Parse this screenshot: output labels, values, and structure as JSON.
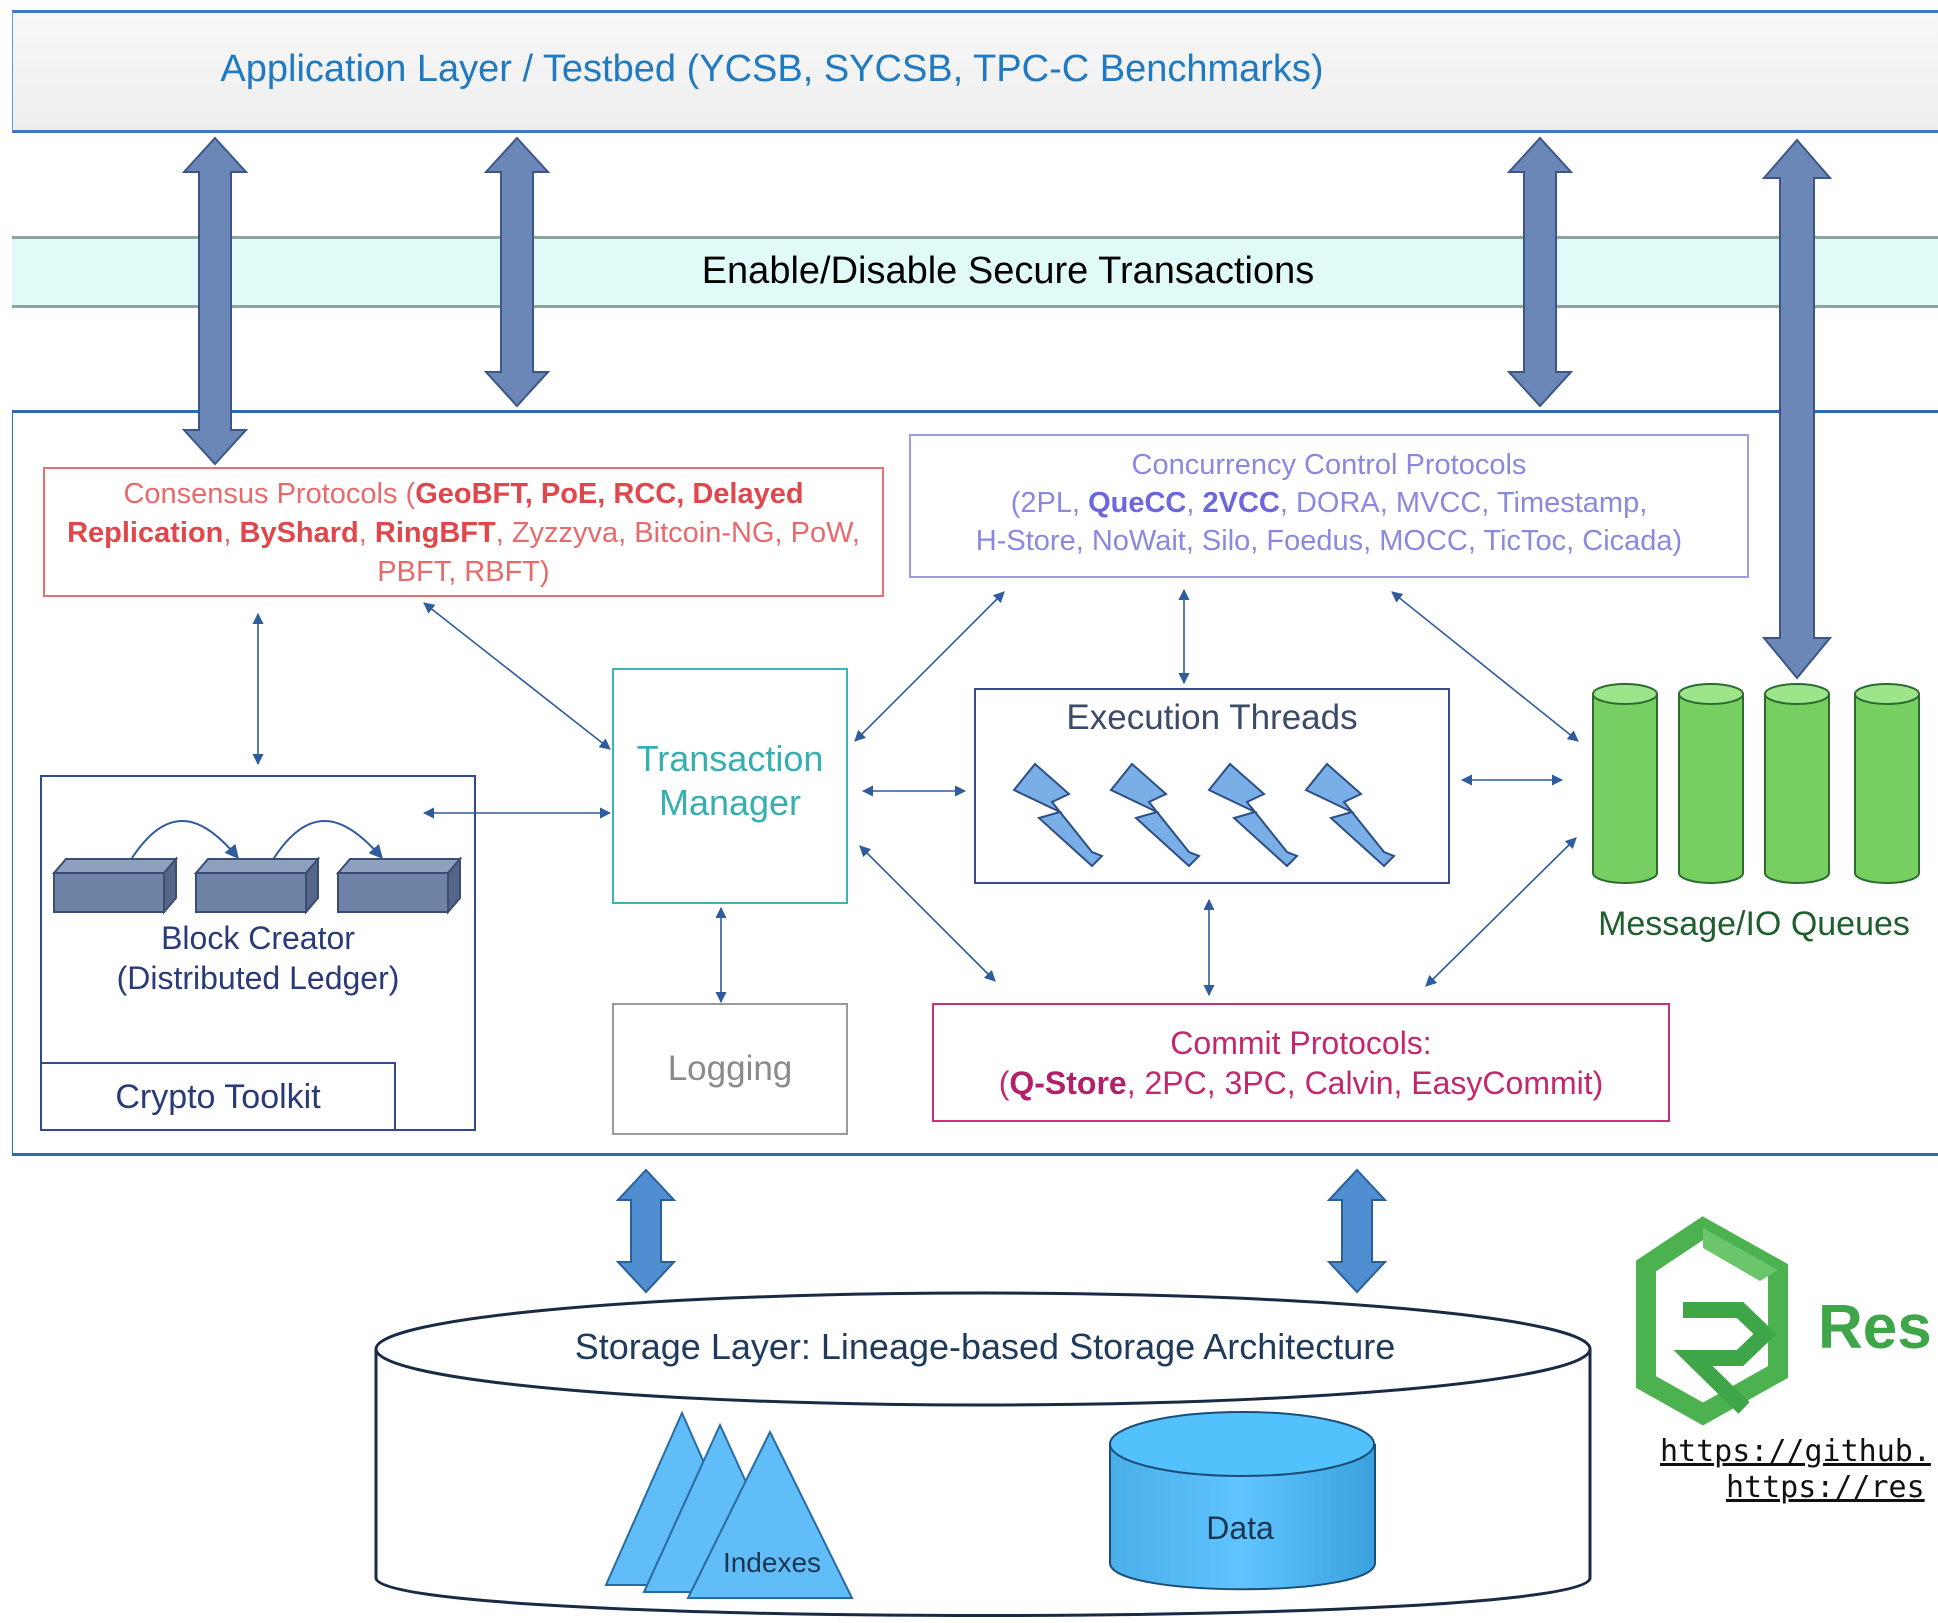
{
  "layers": {
    "application": "Application Layer / Testbed (YCSB, SYCSB, TPC-C Benchmarks)",
    "secure": "Enable/Disable Secure Transactions"
  },
  "consensus": {
    "prefix": "Consensus Protocols (",
    "bold_1": "GeoBFT, PoE, RCC, Delayed Replication",
    "sep_1": ", ",
    "bold_2": "ByShard",
    "sep_2": ", ",
    "bold_3": "RingBFT",
    "suffix": ", Zyzzyva, Bitcoin-NG, PoW, PBFT, RBFT)"
  },
  "concurrency": {
    "title": "Concurrency Control Protocols",
    "prefix": "(2PL, ",
    "bold_1": "QueCC",
    "sep_1": ", ",
    "bold_2": "2VCC",
    "suffix": ", DORA, MVCC, Timestamp,",
    "line_3": "H-Store, NoWait, Silo, Foedus, MOCC, TicToc, Cicada)"
  },
  "transaction_manager": {
    "line_1": "Transaction",
    "line_2": "Manager"
  },
  "execution_threads": "Execution Threads",
  "block_creator": {
    "line_1": "Block Creator",
    "line_2": "(Distributed Ledger)"
  },
  "crypto_toolkit": "Crypto Toolkit",
  "logging": "Logging",
  "commit": {
    "title": "Commit Protocols:",
    "prefix": "(",
    "bold_1": "Q-Store",
    "suffix": ", 2PC, 3PC, Calvin, EasyCommit)"
  },
  "message_queues": "Message/IO Queues",
  "storage": {
    "title": "Storage Layer: Lineage-based Storage Architecture",
    "data": "Data",
    "indexes": "Indexes"
  },
  "logo": {
    "text": "Res",
    "url_1": "https://github.",
    "url_2": "https://res"
  },
  "colors": {
    "accent_blue": "#1f7ac2",
    "consensus_red": "#e86a6a",
    "concurrency_purple": "#8b88e0",
    "transaction_teal": "#36afb0",
    "commit_magenta": "#c3286e",
    "queue_green": "#76cf60",
    "storage_blue": "#5bbcf5",
    "logo_green": "#3ea548"
  }
}
